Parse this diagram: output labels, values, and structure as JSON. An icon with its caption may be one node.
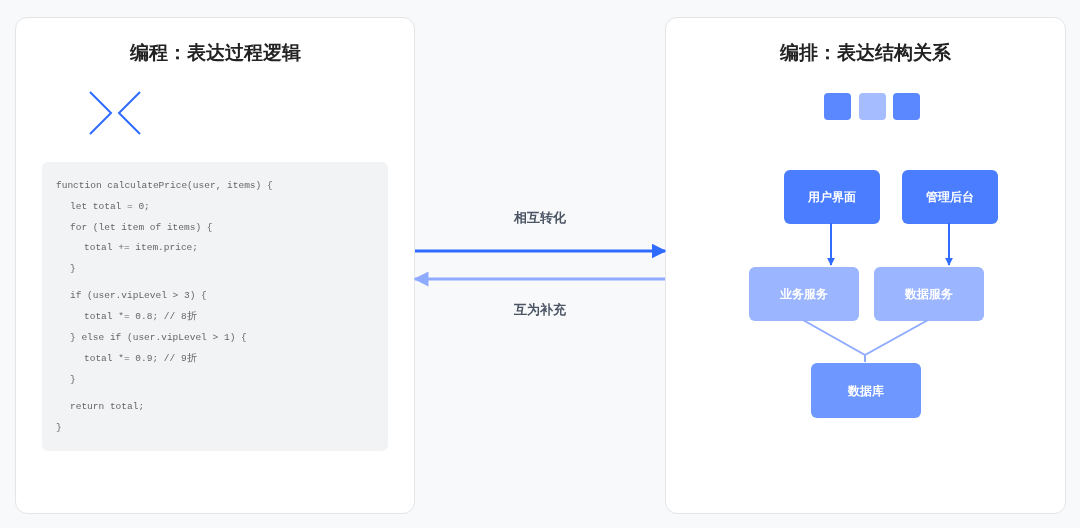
{
  "diagram": {
    "nodes": [
      {
        "text": [
          "编程：表达过程逻辑"
        ]
      },
      {
        "text": [
          "编排：表达结构关系"
        ]
      },
      {
        "text": [
          "用户界面"
        ],
        "in": 1
      },
      {
        "text": [
          "管理后台"
        ],
        "in": 1
      },
      {
        "text": [
          "业务服务"
        ],
        "in": 1
      },
      {
        "text": [
          "数据服务"
        ],
        "in": 1
      },
      {
        "text": [
          "数据库"
        ],
        "in": 1
      }
    ],
    "edges": [
      {
        "from": 0,
        "to": 1,
        "arrow": "to",
        "label": "相互转化"
      },
      {
        "from": 1,
        "to": 0,
        "arrow": "to",
        "label": "互为补充",
        "color": "#8fabff"
      },
      {
        "from": 2,
        "to": 4,
        "arrow": "to"
      },
      {
        "from": 3,
        "to": 5,
        "arrow": "to"
      },
      {
        "from": 4,
        "to": 6,
        "arrow": "none",
        "color": "#8fabff"
      },
      {
        "from": 5,
        "to": 6,
        "arrow": "none",
        "color": "#8fabff"
      }
    ],
    "labels": [
      "function calculatePrice(user, items) {",
      "let total = 0;",
      "for (let item of items) {",
      "total += item.price;",
      "}",
      "if (user.vipLevel > 3) {",
      "total *= 0.8; // 8折",
      "} else if (user.vipLevel > 1) {",
      "total *= 0.9; // 9折",
      "}",
      "return total;",
      "}"
    ]
  }
}
